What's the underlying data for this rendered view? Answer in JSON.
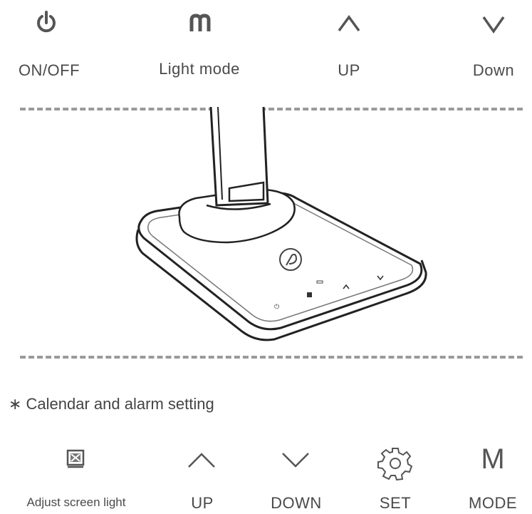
{
  "top_buttons": [
    {
      "icon": "power-icon",
      "label": "ON/OFF"
    },
    {
      "icon": "m-mode-icon",
      "label": "Light mode"
    },
    {
      "icon": "chevron-up-icon",
      "label": "UP"
    },
    {
      "icon": "chevron-down-icon",
      "label": "Down"
    }
  ],
  "illustration": {
    "subject": "desk-lamp-base-with-touch-buttons"
  },
  "section_title": "∗ Calendar and alarm setting",
  "bottom_buttons": [
    {
      "icon": "screen-light-icon",
      "label": "Adjust screen light"
    },
    {
      "icon": "chevron-up-icon",
      "label": "UP"
    },
    {
      "icon": "chevron-down-icon",
      "label": "DOWN"
    },
    {
      "icon": "gear-icon",
      "label": "SET"
    },
    {
      "icon": "m-letter",
      "glyph": "M",
      "label": "MODE"
    }
  ]
}
